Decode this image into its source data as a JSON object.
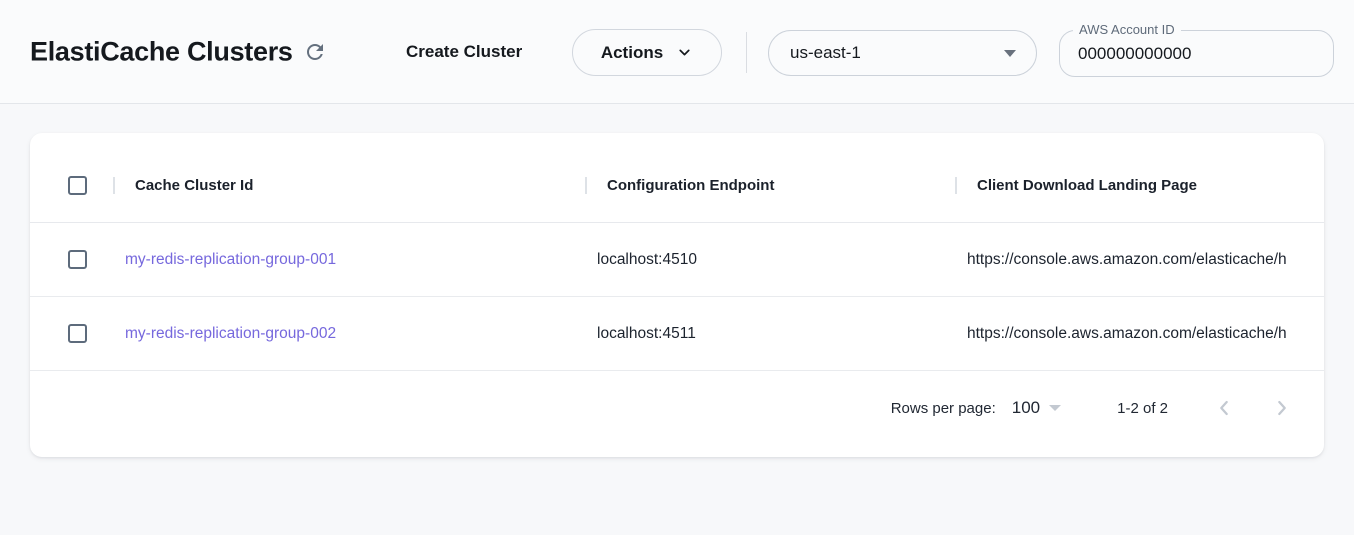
{
  "header": {
    "title": "ElastiCache Clusters",
    "create_cluster_label": "Create Cluster",
    "actions_label": "Actions",
    "region_selected": "us-east-1",
    "account_field": {
      "label": "AWS Account ID",
      "value": "000000000000"
    }
  },
  "table": {
    "columns": [
      "Cache Cluster Id",
      "Configuration Endpoint",
      "Client Download Landing Page"
    ],
    "rows": [
      {
        "cache_cluster_id": "my-redis-replication-group-001",
        "configuration_endpoint": "localhost:4510",
        "client_download_landing_page": "https://console.aws.amazon.com/elasticache/h"
      },
      {
        "cache_cluster_id": "my-redis-replication-group-002",
        "configuration_endpoint": "localhost:4511",
        "client_download_landing_page": "https://console.aws.amazon.com/elasticache/h"
      }
    ],
    "pagination": {
      "rows_per_page_label": "Rows per page:",
      "rows_per_page_value": "100",
      "range_label": "1-2 of 2"
    }
  },
  "icons": {
    "refresh": "circular-clockwise-arrow",
    "actions_chevron": "chevron-down",
    "region_caret": "triangle-down",
    "rows_per_page_caret": "triangle-down",
    "page_prev": "chevron-left",
    "page_next": "chevron-right"
  },
  "colors": {
    "link": "#7668dd",
    "topbar_background": "#fafbfc",
    "page_background": "#f7f8fa",
    "card_background": "#ffffff",
    "checkbox_border": "#5d6b7c",
    "disabled_icon": "#c3c9d1",
    "text_primary": "#15191e"
  }
}
